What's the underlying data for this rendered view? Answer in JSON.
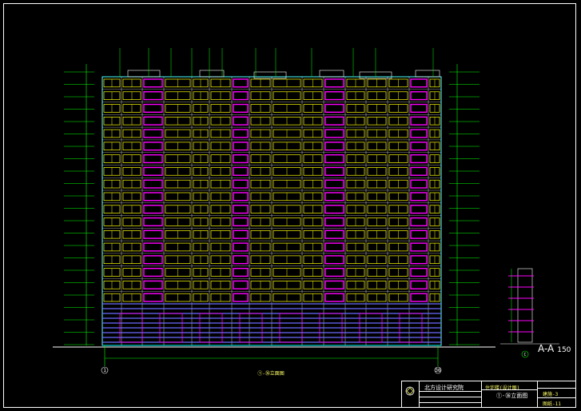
{
  "drawing": {
    "type": "architectural elevation",
    "floors": 18,
    "colors": {
      "background": "#000000",
      "outline": "#ffffff",
      "windows": "#ffff00",
      "balconies": "#ff00ff",
      "dimensions": "#00ff00",
      "wall": "#00ffff",
      "base": "#6a6aff"
    }
  },
  "axes": {
    "left": "1",
    "right": "36",
    "elevation_label": "①-㊱立面图"
  },
  "section": {
    "caption": "A-A",
    "scale": "150",
    "grid_label": "C"
  },
  "title_block": {
    "institute": "北方设计研究院",
    "project": "住宅楼(设计图)",
    "drawing_name": "①-㊱立面图",
    "drawing_number": "建施-3",
    "sheet_code": "图纸-11"
  }
}
